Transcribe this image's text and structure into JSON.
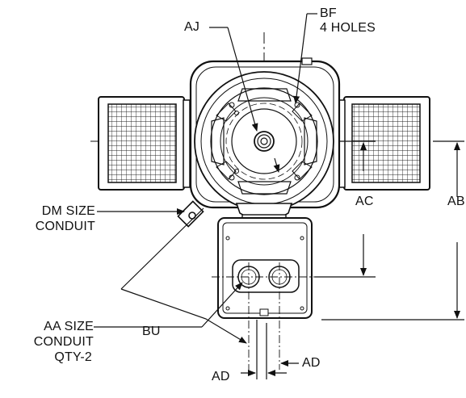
{
  "labels": {
    "aj": "AJ",
    "bf_line1": "BF",
    "bf_line2": "4 HOLES",
    "dm_line1": "DM SIZE",
    "dm_line2": "CONDUIT",
    "ac": "AC",
    "ab": "AB",
    "aa_line1": "AA SIZE",
    "aa_line2": "CONDUIT",
    "aa_line3": "QTY-2",
    "bu": "BU",
    "ad_right": "AD",
    "ad_left": "AD"
  }
}
